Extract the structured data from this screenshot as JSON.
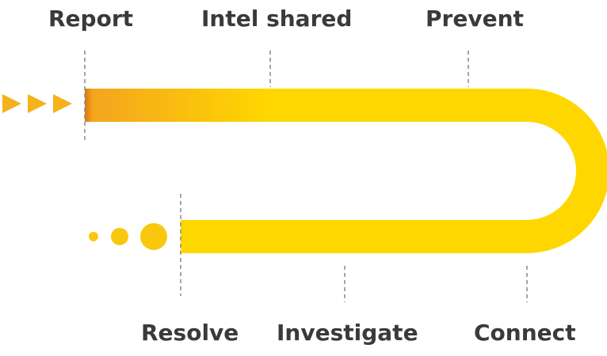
{
  "stages": [
    {
      "label": "Report"
    },
    {
      "label": "Intel shared"
    },
    {
      "label": "Prevent"
    },
    {
      "label": "Connect"
    },
    {
      "label": "Investigate"
    },
    {
      "label": "Resolve"
    }
  ],
  "colors": {
    "track": "#FFD700",
    "track_start": "#D4700A",
    "arrow": "#F5B21C",
    "dots": "#F9C80E",
    "connector": "#888888",
    "label": "#3a3a3a"
  }
}
